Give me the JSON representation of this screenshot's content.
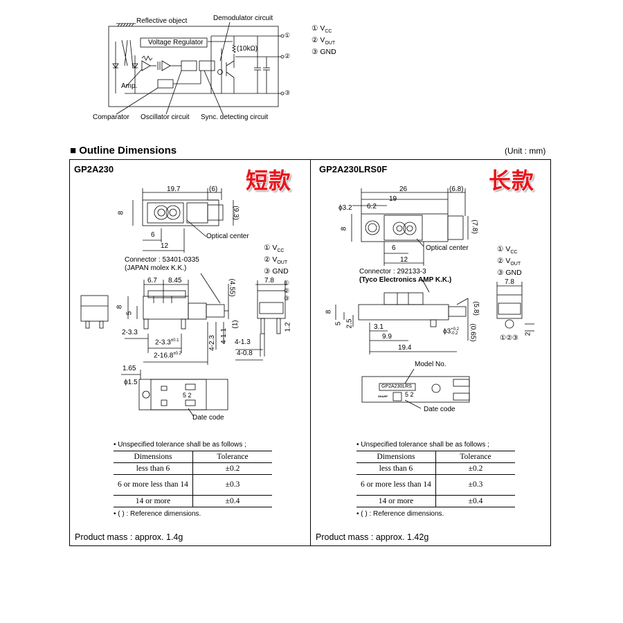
{
  "block_diagram": {
    "reflective_object": "Reflective object",
    "demodulator": "Demodulator circuit",
    "voltage_regulator": "Voltage Regulator",
    "resistor": "(10kΩ)",
    "amp": "Amp.",
    "comparator": "Comparator",
    "oscillator": "Oscillator circuit",
    "sync": "Sync. detecting circuit",
    "pins": [
      "① V",
      "② V",
      "③ GND"
    ],
    "pin_subs": [
      "CC",
      "OUT",
      ""
    ],
    "pin_nums": [
      "①",
      "②",
      "③"
    ]
  },
  "section": {
    "title": "■ Outline Dimensions",
    "unit": "(Unit : mm)"
  },
  "left": {
    "model": "GP2A230",
    "tag": "短款",
    "dims": {
      "d19_7": "19.7",
      "d6p": "(6)",
      "d8": "8",
      "d9_3": "(9.3)",
      "d6": "6",
      "d12": "12",
      "optical_center": "Optical center",
      "connector": "Connector : 53401-0335",
      "connector_maker": "(JAPAN molex K.K.)",
      "d6_7": "6.7",
      "d8_45": "8.45",
      "d4_55": "(4.55)",
      "d7_8": "7.8",
      "d8b": "8",
      "d5": "5",
      "d1p": "(1)",
      "d1_2": "1.2",
      "d2_3_3": "2-3.3",
      "d2_3_3b": "2-3.3",
      "sup01": "±0.1",
      "d4_2_3": "4-2.3",
      "d4_1_1": "4-1.1",
      "d4_1_3": "4-1.3",
      "d2_16_8": "2-16.8",
      "sup02": "±0.2",
      "d4_0_8": "4-0.8",
      "d1_65": "1.65",
      "phi1_5": "ϕ1.5",
      "date_code": "Date code",
      "pcb_marks": "5 2"
    },
    "pins": [
      "① V",
      "② V",
      "③ GND"
    ],
    "pin_subs": [
      "CC",
      "OUT",
      ""
    ],
    "cable_pins": [
      "①",
      "②",
      "③"
    ],
    "tol_note": "• Unspecified tolerance shall be as follows ;",
    "tol_head": [
      "Dimensions",
      "Tolerance"
    ],
    "tol_rows": [
      [
        "less than 6",
        "±0.2"
      ],
      [
        "6 or more less than 14",
        "±0.3"
      ],
      [
        "14 or more",
        "±0.4"
      ]
    ],
    "ref_note": "• ( ) : Reference dimensions.",
    "mass": "Product mass : approx. 1.4g"
  },
  "right": {
    "model": "GP2A230LRS0F",
    "tag": "长款",
    "dims": {
      "d26": "26",
      "d6_8": "(6.8)",
      "d19": "19",
      "phi3_2": "ϕ3.2",
      "d6_2": "6.2",
      "d8": "8",
      "d7_8p": "(7.8)",
      "d6": "6",
      "d12": "12",
      "optical_center": "Optical center",
      "connector": "Connector : 292133-3",
      "connector_maker": "(Tyco Electronics AMP K.K.)",
      "d7_8": "7.8",
      "d8b": "8",
      "d5": "5",
      "d2_5": "2.5",
      "d5_8": "(5.8)",
      "d3_1": "3.1",
      "phi3": "ϕ3",
      "sup_p": "+0.2",
      "sup_m": "-0.2",
      "d9_9": "9.9",
      "d0_65": "(0.65)",
      "d19_4": "19.4",
      "d2": "2",
      "model_no": "Model No.",
      "pcb_text": "GP2A230LRS",
      "brand": "SHARP",
      "date_code": "Date code",
      "pcb_marks": "5 2"
    },
    "pins": [
      "① V",
      "② V",
      "③ GND"
    ],
    "pin_subs": [
      "CC",
      "OUT",
      ""
    ],
    "bottom_pins": "①②③",
    "tol_note": "• Unspecified tolerance shall be as follows ;",
    "tol_head": [
      "Dimensions",
      "Tolerance"
    ],
    "tol_rows": [
      [
        "less than 6",
        "±0.2"
      ],
      [
        "6 or more less than 14",
        "±0.3"
      ],
      [
        "14 or more",
        "±0.4"
      ]
    ],
    "ref_note": "• ( ) : Reference dimensions.",
    "mass": "Product mass : approx. 1.42g"
  }
}
